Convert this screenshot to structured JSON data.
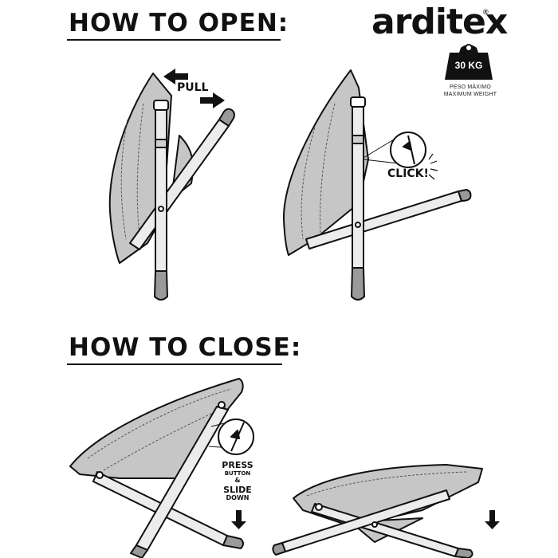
{
  "brand": {
    "name": "arditex",
    "registered": "®"
  },
  "weight": {
    "value": "30 KG",
    "caption_es": "PESO MÁXIMO",
    "caption_en": "MAXIMUM WEIGHT"
  },
  "open_section": {
    "heading": "HOW TO OPEN:",
    "pull_label": "PULL",
    "click_label": "CLICK!"
  },
  "close_section": {
    "heading": "HOW TO CLOSE:",
    "press_label": "PRESS",
    "button_label": "BUTTON",
    "amp_label": "&",
    "slide_label": "SLIDE",
    "down_label": "DOWN"
  },
  "icons": [
    "arrow-left-icon",
    "arrow-right-icon",
    "arrow-down-icon",
    "weight-icon",
    "click-burst-icon"
  ],
  "colors": {
    "ink": "#111111",
    "fabric": "#c9c9c9",
    "leg": "#e6e6e6",
    "foot": "#9a9a9a"
  }
}
